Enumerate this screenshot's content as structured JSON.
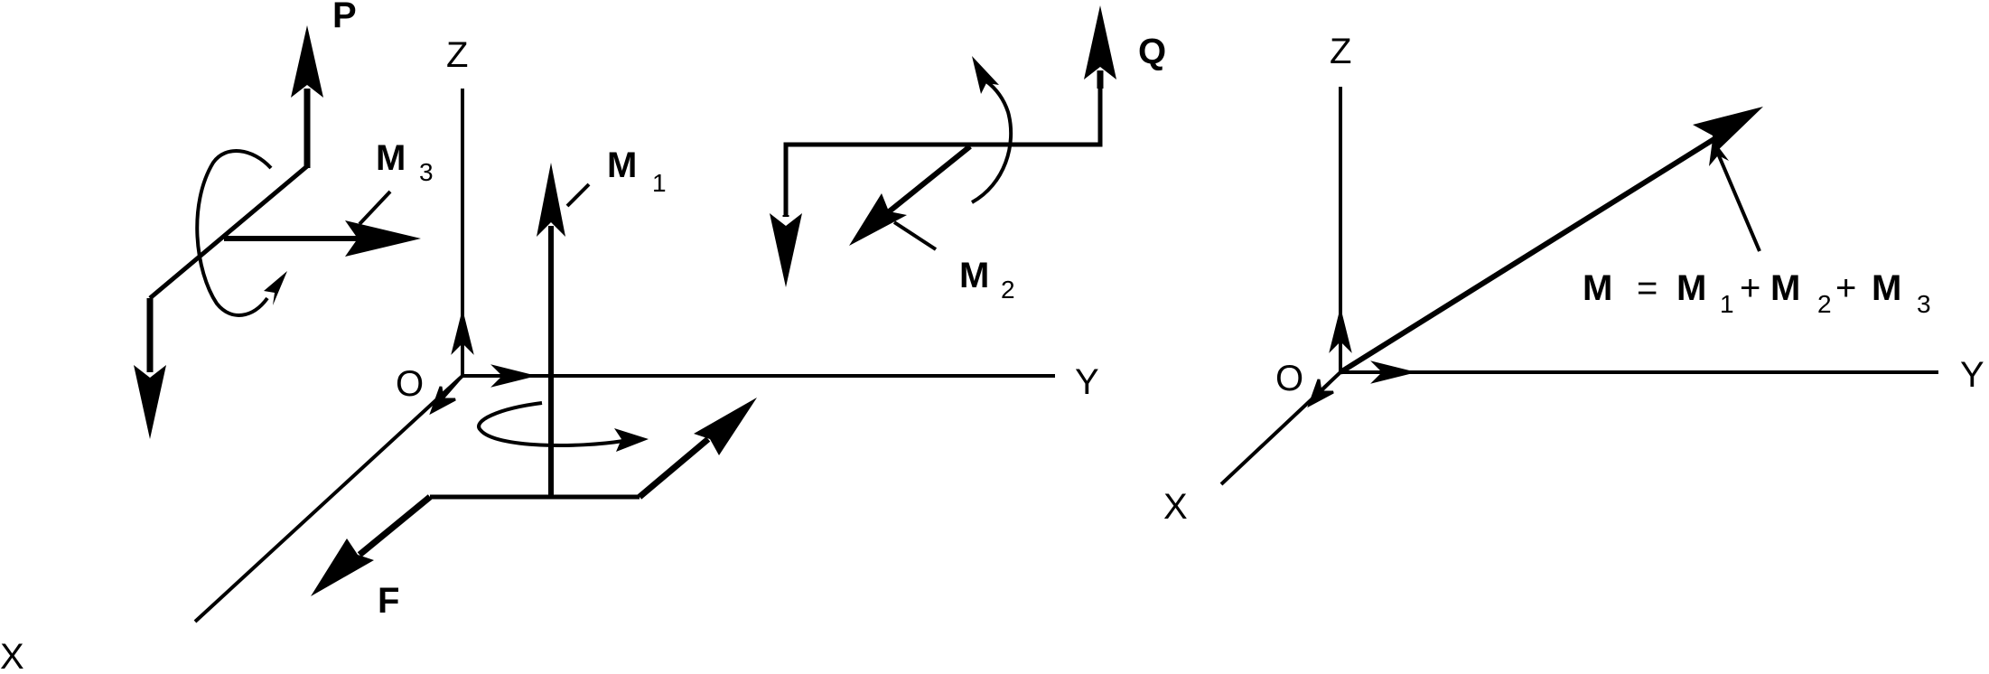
{
  "left_figure": {
    "axes": {
      "origin": "O",
      "x": "X",
      "y": "Y",
      "z": "Z"
    },
    "forces": {
      "p": "P",
      "q": "Q",
      "f": "F"
    },
    "moments": {
      "m1": {
        "symbol": "M",
        "index": "1"
      },
      "m2": {
        "symbol": "M",
        "index": "2"
      },
      "m3": {
        "symbol": "M",
        "index": "3"
      }
    }
  },
  "right_figure": {
    "axes": {
      "origin": "O",
      "x": "X",
      "y": "Y",
      "z": "Z"
    },
    "resultant": {
      "lhs": "M",
      "eq": "=",
      "t1": "M",
      "i1": "1",
      "plus1": "+",
      "t2": "M",
      "i2": "2",
      "plus2": "+",
      "t3": "M",
      "i3": "3"
    }
  },
  "colors": {
    "ink": "#000000",
    "background": "#ffffff"
  }
}
